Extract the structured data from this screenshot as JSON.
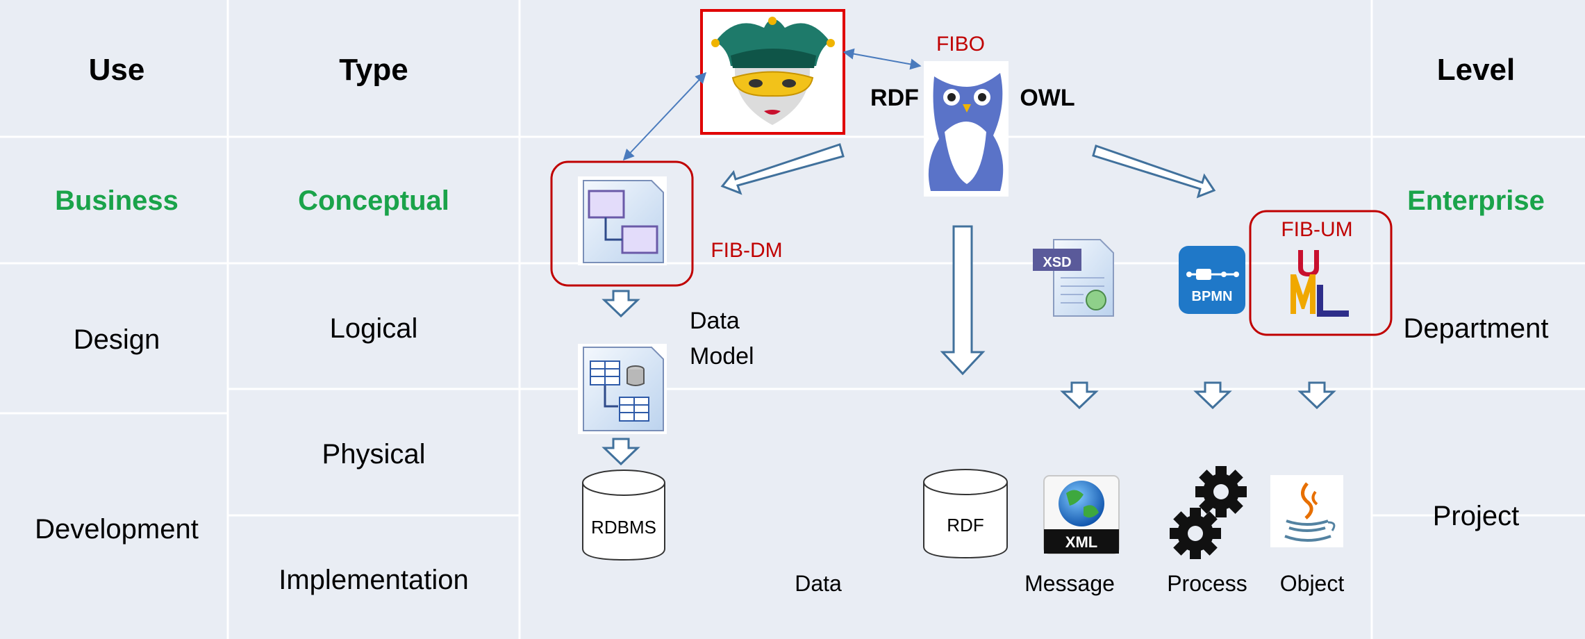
{
  "headers": {
    "use": "Use",
    "type": "Type",
    "level": "Level"
  },
  "use_col": {
    "business": "Business",
    "design": "Design",
    "development": "Development"
  },
  "type_col": {
    "conceptual": "Conceptual",
    "logical": "Logical",
    "physical": "Physical",
    "implementation": "Implementation"
  },
  "level_col": {
    "enterprise": "Enterprise",
    "department": "Department",
    "project": "Project"
  },
  "labels": {
    "fibo": "FIBO",
    "rdf_top": "RDF",
    "owl": "OWL",
    "fib_dm": "FIB-DM",
    "fib_um": "FIB-UM",
    "data_model_1": "Data",
    "data_model_2": "Model",
    "rdbms": "RDBMS",
    "rdf_db": "RDF",
    "xsd": "XSD",
    "bpmn": "BPMN",
    "xml": "XML",
    "data": "Data",
    "message": "Message",
    "process": "Process",
    "object": "Object"
  },
  "colors": {
    "highlight": "#1aa34a",
    "accent_red": "#c00000",
    "arrow_blue": "#41719c",
    "band": "#e9edf4"
  }
}
